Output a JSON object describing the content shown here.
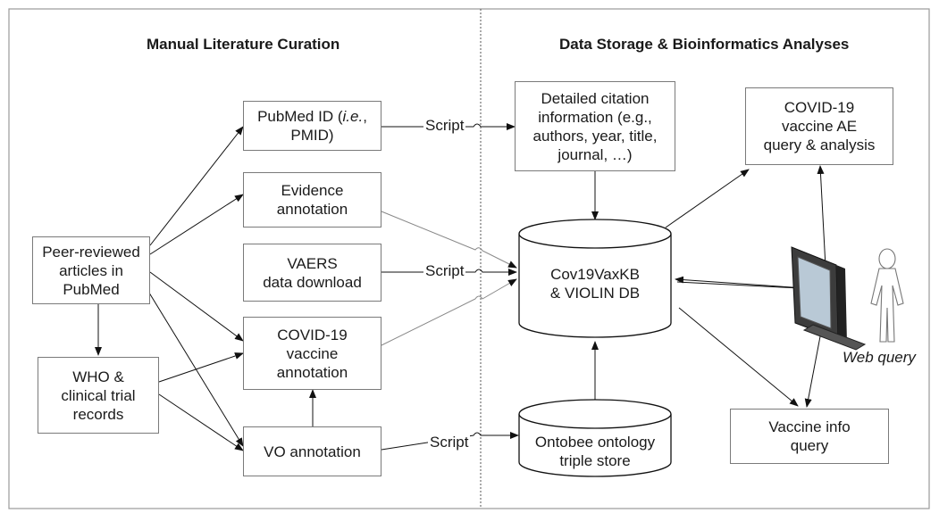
{
  "headings": {
    "left": "Manual Literature Curation",
    "right": "Data Storage & Bioinformatics Analyses"
  },
  "boxes": {
    "peer_reviewed": [
      "Peer-reviewed",
      "articles in",
      "PubMed"
    ],
    "who_records": [
      "WHO &",
      "clinical trial",
      "records"
    ],
    "pubmed_id": {
      "prefix": "PubMed ID (",
      "italic": "i.e.",
      "suffix": ",",
      "line2": "PMID)"
    },
    "evidence": [
      "Evidence",
      "annotation"
    ],
    "vaers": [
      "VAERS",
      "data download"
    ],
    "covid_vaccine_annotation": [
      "COVID-19",
      "vaccine",
      "annotation"
    ],
    "vo_annotation": [
      "VO annotation"
    ],
    "citation": [
      "Detailed citation",
      "information (e.g.,",
      "authors, year, title,",
      "journal, …)"
    ],
    "ae_query": [
      "COVID-19",
      "vaccine AE",
      "query & analysis"
    ],
    "vaccine_info": [
      "Vaccine info",
      "query"
    ]
  },
  "cylinders": {
    "kb": [
      "Cov19VaxKB",
      "& VIOLIN DB"
    ],
    "ontobee": [
      "Ontobee ontology",
      "triple store"
    ]
  },
  "script_labels": [
    "Script",
    "Script",
    "Script"
  ],
  "web_query_label": "Web query"
}
